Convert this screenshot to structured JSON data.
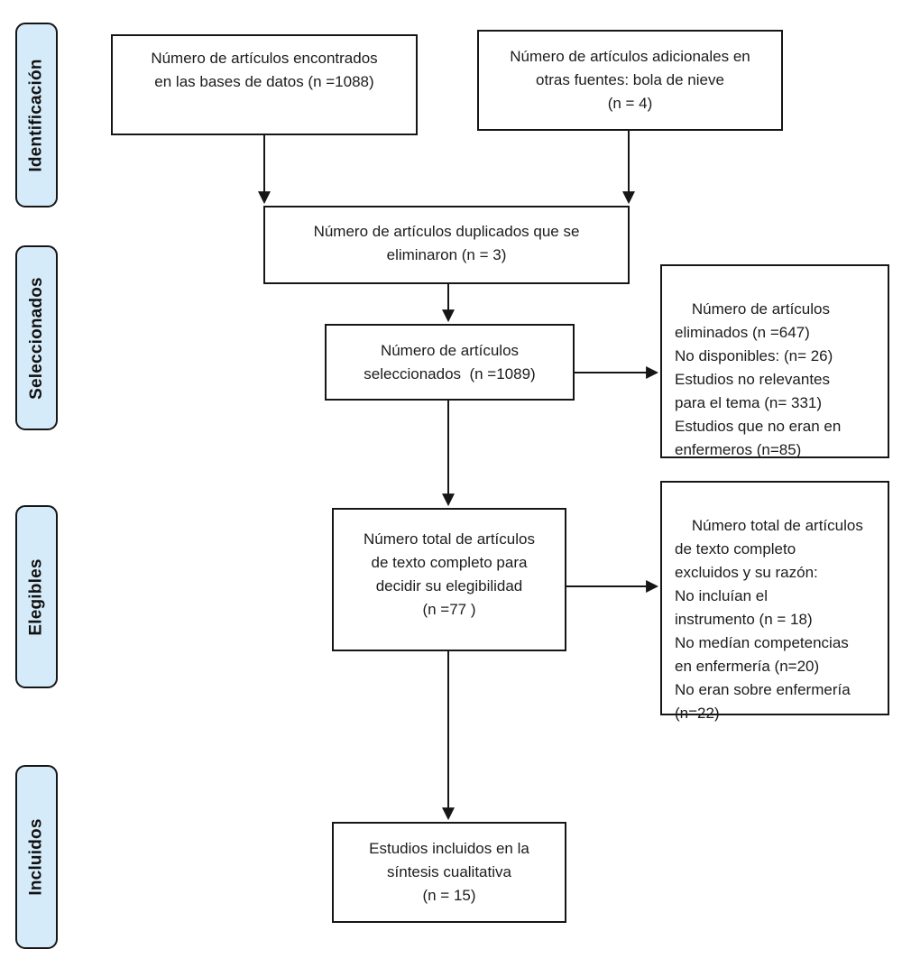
{
  "stages": [
    {
      "label": "Identificación"
    },
    {
      "label": "Seleccionados"
    },
    {
      "label": "Elegibles"
    },
    {
      "label": "Incluidos"
    }
  ],
  "flow": {
    "found_db": "Número de artículos encontrados\nen las bases de datos (n =1088)",
    "additional_sources": "Número de artículos adicionales en\notras fuentes: bola de nieve\n(n = 4)",
    "duplicates_removed": "Número de artículos duplicados que se\neliminaron (n = 3)",
    "screened": "Número de artículos\nseleccionados  (n =1089)",
    "excluded_screening": "Número de artículos\neliminados (n =647)\nNo disponibles: (n= 26)\nEstudios no relevantes\npara el tema (n= 331)\nEstudios que no eran en\nenfermeros (n=85)",
    "fulltext_eligibility": "Número total de artículos\nde texto completo para\ndecidir su elegibilidad\n(n =77 )",
    "excluded_fulltext": "Número total de artículos\nde texto completo\nexcluidos y su razón:\nNo incluían el\ninstrumento (n = 18)\nNo medían competencias\nen enfermería (n=20)\nNo eran sobre enfermería\n(n=22)",
    "included_synthesis": "Estudios incluidos en la\nsíntesis cualitativa\n(n = 15)"
  },
  "colors": {
    "stage_fill": "#d6ebf9",
    "border": "#161616",
    "text": "#1c1c1c",
    "background": "#ffffff"
  }
}
